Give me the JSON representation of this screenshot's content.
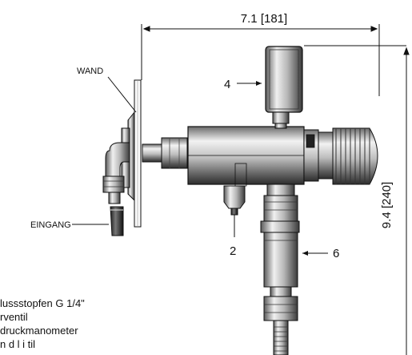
{
  "dimensions": {
    "width": "7.1 [181]",
    "height": "9.4 [240]"
  },
  "labels": {
    "wall": "WAND",
    "inlet": "EINGANG",
    "callout_2": "2",
    "callout_4": "4",
    "callout_6": "6"
  },
  "legend": [
    "lussstopfen G 1/4\"",
    "rventil",
    "druckmanometer",
    "n    d    l    i    til"
  ]
}
